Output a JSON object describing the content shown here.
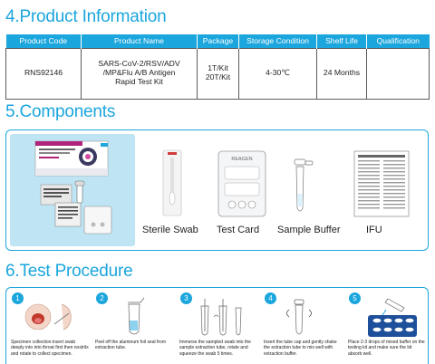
{
  "sections": {
    "product_info": "4.Product Information",
    "components": "5.Components",
    "procedure": "6.Test Procedure"
  },
  "table": {
    "headers": [
      "Product Code",
      "Product Name",
      "Package",
      "Storage Condition",
      "Shelf Life",
      "Qualification"
    ],
    "row": {
      "code": "RNS92146",
      "name_lines": [
        "SARS-CoV-2/RSV/ADV",
        "/MP&Flu A/B Antigen",
        "Rapid Test Kit"
      ],
      "package_lines": [
        "1T/Kit",
        "20T/Kit"
      ],
      "storage": "4-30℃",
      "shelf_life": "24 Months",
      "qualification": ""
    }
  },
  "components": {
    "labels": [
      "Sterile Swab",
      "Test Card",
      "Sample Buffer",
      "IFU"
    ],
    "card_brand": "REAGEN"
  },
  "steps": [
    {
      "num": "1",
      "text": "Specimen collection:insert swab deeply into into throat first then nostrils and rotate to collect specimen."
    },
    {
      "num": "2",
      "text": "Peel off the aluminum foil seal from extraction tube."
    },
    {
      "num": "3",
      "text": "Immerse the sampled swab into the sample extraction tube, rotate and squeeze the swab 5 times."
    },
    {
      "num": "4",
      "text": "Insert the tube cap and gently shake the extraction tube to mix well with extraction buffer."
    },
    {
      "num": "5",
      "text": "Place 2-3 drops of mixed buffer on the testing kit and make sure the kit absorb well."
    }
  ],
  "colors": {
    "accent": "#1ba6dd",
    "photo_bg": "#bfe4f3"
  }
}
